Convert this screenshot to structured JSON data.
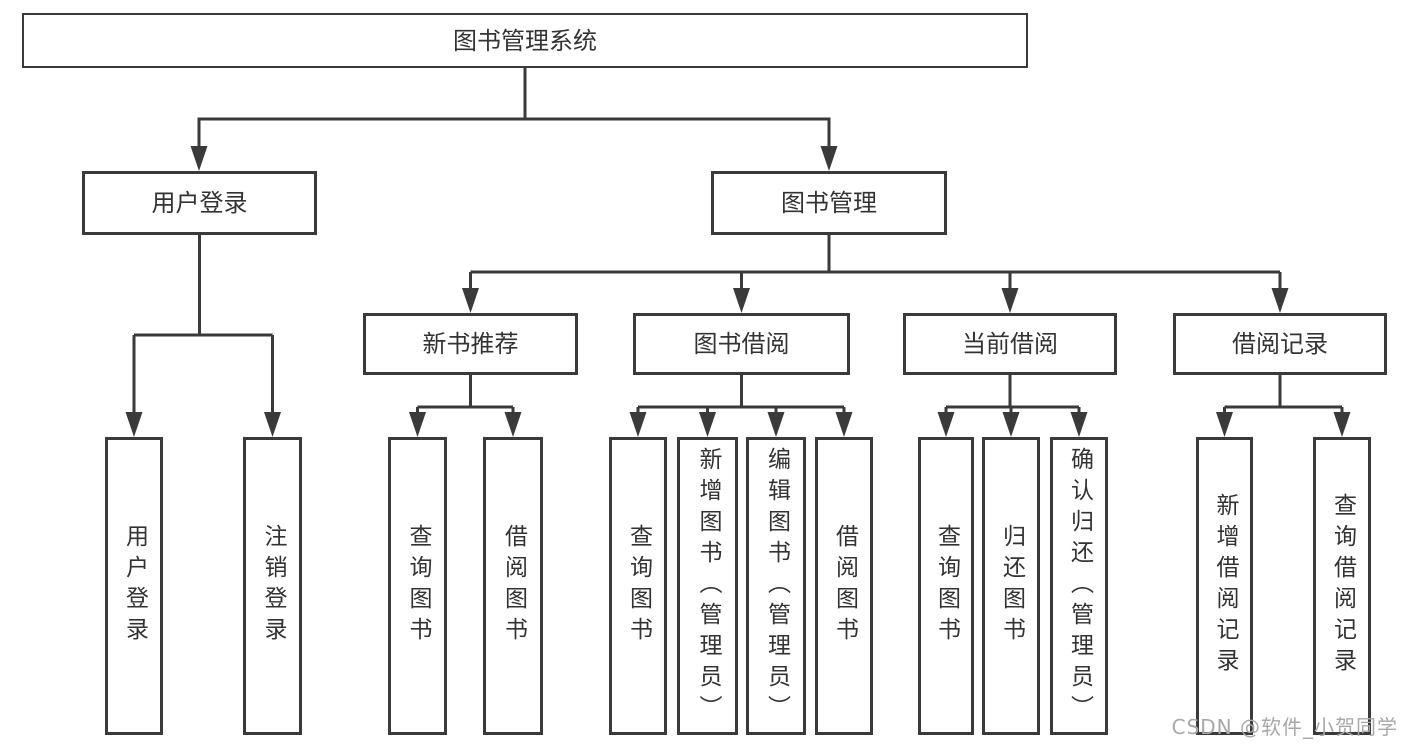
{
  "diagram": {
    "title": "图书管理系统",
    "branches": [
      {
        "label": "用户登录",
        "leaves": [
          {
            "label": "用户登录"
          },
          {
            "label": "注销登录"
          }
        ]
      },
      {
        "label": "图书管理",
        "groups": [
          {
            "label": "新书推荐",
            "leaves": [
              {
                "label": "查询图书"
              },
              {
                "label": "借阅图书"
              }
            ]
          },
          {
            "label": "图书借阅",
            "leaves": [
              {
                "label": "查询图书"
              },
              {
                "label": "新增图书（管理员）"
              },
              {
                "label": "编辑图书（管理员）"
              },
              {
                "label": "借阅图书"
              }
            ]
          },
          {
            "label": "当前借阅",
            "leaves": [
              {
                "label": "查询图书"
              },
              {
                "label": "归还图书"
              },
              {
                "label": "确认归还（管理员）"
              }
            ]
          },
          {
            "label": "借阅记录",
            "leaves": [
              {
                "label": "新增借阅记录"
              },
              {
                "label": "查询借阅记录"
              }
            ]
          }
        ]
      }
    ]
  },
  "watermark": {
    "text": "CSDN @软件_小贺同学"
  },
  "colors": {
    "line": "#3a3a3a",
    "text": "#333333",
    "watermark": "#a8a8a8",
    "background": "#ffffff"
  }
}
